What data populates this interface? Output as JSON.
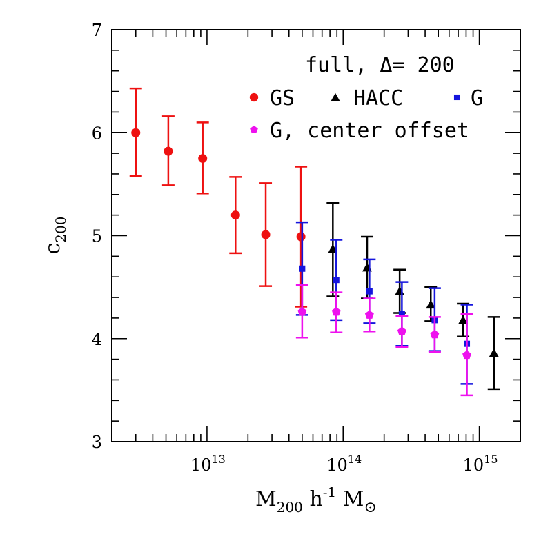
{
  "chart_data": {
    "type": "scatter",
    "title": "",
    "xlabel": {
      "base": "M",
      "sub": "200",
      "mid": " h",
      "sup": "-1",
      "tail": " M",
      "sun": "⊙"
    },
    "ylabel": {
      "base": "c",
      "sub": "200"
    },
    "xscale": "log",
    "xlim": [
      2000000000000.0,
      2000000000000000.0
    ],
    "ylim": [
      3,
      7
    ],
    "grid": false,
    "yticks": [
      "3",
      "4",
      "5",
      "6",
      "7"
    ],
    "xticks": [
      {
        "value": 10000000000000.0,
        "base": "10",
        "exp": "13"
      },
      {
        "value": 100000000000000.0,
        "base": "10",
        "exp": "14"
      },
      {
        "value": 1000000000000000.0,
        "base": "10",
        "exp": "15"
      }
    ],
    "annotation": "full, Δ= 200",
    "legend_position": "top-right",
    "series": [
      {
        "name": "GS",
        "marker": "circle",
        "color": "#ee1111",
        "points": [
          {
            "x": 3000000000000.0,
            "y": 6.0,
            "lo": 5.58,
            "hi": 6.43
          },
          {
            "x": 5200000000000.0,
            "y": 5.82,
            "lo": 5.49,
            "hi": 6.16
          },
          {
            "x": 9300000000000.0,
            "y": 5.75,
            "lo": 5.41,
            "hi": 6.1
          },
          {
            "x": 16200000000000.0,
            "y": 5.2,
            "lo": 4.83,
            "hi": 5.57
          },
          {
            "x": 27000000000000.0,
            "y": 5.01,
            "lo": 4.51,
            "hi": 5.51
          },
          {
            "x": 49000000000000.0,
            "y": 4.99,
            "lo": 4.31,
            "hi": 5.67
          }
        ]
      },
      {
        "name": "HACC",
        "marker": "triangle",
        "color": "#000000",
        "points": [
          {
            "x": 84000000000000.0,
            "y": 4.87,
            "lo": 4.41,
            "hi": 5.32
          },
          {
            "x": 150000000000000.0,
            "y": 4.69,
            "lo": 4.39,
            "hi": 4.99
          },
          {
            "x": 260000000000000.0,
            "y": 4.46,
            "lo": 4.25,
            "hi": 4.67
          },
          {
            "x": 440000000000000.0,
            "y": 4.33,
            "lo": 4.17,
            "hi": 4.5
          },
          {
            "x": 760000000000000.0,
            "y": 4.18,
            "lo": 4.02,
            "hi": 4.34
          },
          {
            "x": 1280000000000000.0,
            "y": 3.86,
            "lo": 3.51,
            "hi": 4.21
          }
        ]
      },
      {
        "name": "G",
        "marker": "square",
        "color": "#1515dd",
        "points": [
          {
            "x": 50000000000000.0,
            "y": 4.68,
            "lo": 4.23,
            "hi": 5.13
          },
          {
            "x": 89000000000000.0,
            "y": 4.57,
            "lo": 4.18,
            "hi": 4.96
          },
          {
            "x": 156000000000000.0,
            "y": 4.46,
            "lo": 4.15,
            "hi": 4.77
          },
          {
            "x": 270000000000000.0,
            "y": 4.24,
            "lo": 3.93,
            "hi": 4.55
          },
          {
            "x": 470000000000000.0,
            "y": 4.18,
            "lo": 3.88,
            "hi": 4.49
          },
          {
            "x": 810000000000000.0,
            "y": 3.95,
            "lo": 3.56,
            "hi": 4.33
          }
        ]
      },
      {
        "name": "G, center offset",
        "marker": "pentagon",
        "color": "#ee11ee",
        "points": [
          {
            "x": 50000000000000.0,
            "y": 4.26,
            "lo": 4.01,
            "hi": 4.52
          },
          {
            "x": 89000000000000.0,
            "y": 4.26,
            "lo": 4.06,
            "hi": 4.45
          },
          {
            "x": 156000000000000.0,
            "y": 4.23,
            "lo": 4.07,
            "hi": 4.39
          },
          {
            "x": 270000000000000.0,
            "y": 4.07,
            "lo": 3.92,
            "hi": 4.22
          },
          {
            "x": 470000000000000.0,
            "y": 4.04,
            "lo": 3.87,
            "hi": 4.21
          },
          {
            "x": 810000000000000.0,
            "y": 3.84,
            "lo": 3.45,
            "hi": 4.24
          }
        ]
      }
    ]
  }
}
